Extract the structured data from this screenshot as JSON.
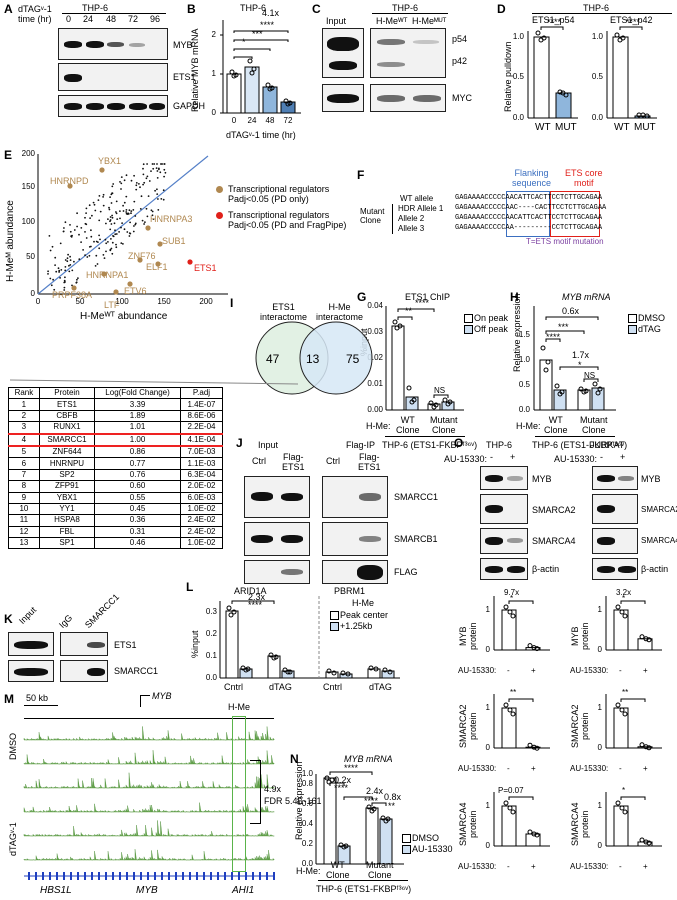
{
  "panels": [
    "A",
    "B",
    "C",
    "D",
    "E",
    "F",
    "G",
    "H",
    "I",
    "J",
    "K",
    "L",
    "M",
    "N",
    "O"
  ],
  "A": {
    "time_label": "dTAGᵛ-1\ntime (hr)",
    "cell": "THP-6",
    "times": [
      "0",
      "24",
      "48",
      "72",
      "96"
    ],
    "rows": [
      "MYB",
      "ETS1",
      "GAPDH"
    ]
  },
  "B": {
    "title": "THP-6",
    "ylabel": "Relative MYB mRNA",
    "xlabel": "dTAGᵛ-1 time (hr)",
    "fold": "4.1x",
    "sig": [
      "*",
      "***",
      "****"
    ]
  },
  "C": {
    "title": "THP-6",
    "lanes": [
      "Input",
      "H-Meᵂᵀ",
      "H-Meᴹᵁᵀ"
    ],
    "rows": [
      "p54",
      "p42",
      "MYC"
    ]
  },
  "D": {
    "title": "THP-6",
    "sub": [
      "ETS1_p54",
      "ETS1_p42"
    ],
    "ylabel": "Relative pulldown",
    "sig": "****",
    "xt": [
      "WT",
      "MUT"
    ]
  },
  "E": {
    "xlabel": "H-Meᵂᵀ abundance",
    "ylabel": "H-Meᴹ abundance",
    "legend": [
      "Transcriptional regulators Padj<0.05 (PD only)",
      "Transcriptional regulators Padj<0.05 (PD and FragPipe)"
    ],
    "labels": [
      "YBX1",
      "HNRNPD",
      "HNRNPA3",
      "SUB1",
      "ZNF76",
      "ELF1",
      "ETS1",
      "HNRNPA1",
      "PRPF38A",
      "ETV6",
      "LTF"
    ],
    "colors": {
      "pd": "#b08850",
      "both": "#e0201a",
      "line": "#5580c8"
    }
  },
  "F": {
    "flank": "Flanking\nsequence",
    "core": "ETS core\nmotif",
    "wt": "WT allele",
    "mutant": "Mutant\nClone",
    "alleles": [
      "HDR Allele 1",
      "Allele 2",
      "Allele 3"
    ],
    "seq_wt": "GAGAAAACCCCCAACATTCACTTCCTCTTGCAGAA",
    "seqs": [
      "GAGAAAACCCCCAAC----CACTTCCTCTTGCAGAA",
      "GAGAAAACCCCCAACATTCACTTCCTCTTGCAGAA",
      "GAGAAAACCCCCAA---------CCTCTTGCAGAA"
    ],
    "note": "T=ETS motif mutation"
  },
  "G": {
    "title": "ETS1 ChIP",
    "ylabel": "%input",
    "legend": [
      "On peak",
      "Off peak"
    ],
    "sig": [
      "**",
      "****",
      "NS"
    ],
    "hme": "H-Me:",
    "groups": [
      "WT\nClone",
      "Mutant\nClone"
    ],
    "cell": "THP-6 (ETS1-FKBPᶠ³⁶ᵛ)"
  },
  "H": {
    "title": "MYB mRNA",
    "ylabel": "Relative expression",
    "legend": [
      "DMSO",
      "dTAG"
    ],
    "folds": [
      "0.6x",
      "1.7x"
    ],
    "sig": [
      "****",
      "***",
      "*",
      "NS"
    ],
    "hme": "H-Me:",
    "groups": [
      "WT\nClone",
      "Mutant\nClone"
    ],
    "cell": "THP-6 (ETS1-FKBPᶠ³⁶ᵛ)"
  },
  "I": {
    "left": "ETS1\ninteractome",
    "right": "H-Me\ninteractome",
    "a": "47",
    "ab": "13",
    "b": "75"
  },
  "table": {
    "headers": [
      "Rank",
      "Protein",
      "Log(Fold Change)",
      "P.adj"
    ],
    "rows": [
      [
        "1",
        "ETS1",
        "3.39",
        "1.4E-07"
      ],
      [
        "2",
        "CBFB",
        "1.89",
        "8.6E-06"
      ],
      [
        "3",
        "RUNX1",
        "1.01",
        "2.2E-04"
      ],
      [
        "4",
        "SMARCC1",
        "1.00",
        "4.1E-04"
      ],
      [
        "5",
        "ZNF644",
        "0.86",
        "7.0E-03"
      ],
      [
        "6",
        "HNRNPU",
        "0.77",
        "1.1E-03"
      ],
      [
        "7",
        "SP2",
        "0.76",
        "6.3E-04"
      ],
      [
        "8",
        "ZFP91",
        "0.60",
        "2.0E-02"
      ],
      [
        "9",
        "YBX1",
        "0.55",
        "6.0E-03"
      ],
      [
        "10",
        "YY1",
        "0.45",
        "1.0E-02"
      ],
      [
        "11",
        "HSPA8",
        "0.36",
        "2.4E-02"
      ],
      [
        "12",
        "FBL",
        "0.31",
        "2.4E-02"
      ],
      [
        "13",
        "SP1",
        "0.46",
        "1.0E-02"
      ]
    ]
  },
  "J": {
    "input": "Input",
    "ip": "Flag-IP",
    "lanes": [
      "Ctrl",
      "Flag-\nETS1",
      "Ctrl",
      "Flag-\nETS1"
    ],
    "rows": [
      "SMARCC1",
      "SMARCB1",
      "FLAG"
    ]
  },
  "K": {
    "lanes": [
      "Input",
      "IgG",
      "SMARCC1"
    ],
    "rows": [
      "ETS1",
      "SMARCC1"
    ]
  },
  "L": {
    "ylabel": "%input",
    "t1": "ARID1A",
    "t2": "PBRM1",
    "fold": "2.3x",
    "sig": "****",
    "hme": "H-Me",
    "legend": [
      "Peak center",
      "+1.25kb"
    ],
    "xt": [
      "Cntrl",
      "dTAG",
      "Cntrl",
      "dTAG"
    ]
  },
  "M": {
    "scale": "50 kb",
    "gene": "MYB",
    "hme": "H-Me",
    "conds": [
      "DMSO",
      "dTAGᵛ-1"
    ],
    "fold": "4.9x",
    "fdr": "FDR 5.4E-161",
    "genes": [
      "HBS1L",
      "MYB",
      "AHI1"
    ]
  },
  "N": {
    "title": "MYB mRNA",
    "ylabel": "Relative expression",
    "folds": [
      "0.2x",
      "2.4x",
      "0.8x"
    ],
    "sig": [
      "****",
      "****",
      "****",
      "**"
    ],
    "legend": [
      "DMSO",
      "AU-15330"
    ],
    "hme": "H-Me:",
    "groups": [
      "WT\nClone",
      "Mutant\nClone"
    ],
    "cell": "THP-6 (ETS1-FKBPᶠ³⁶ᵛ)"
  },
  "O": {
    "cells": [
      "THP-6",
      "JURKAT"
    ],
    "drug": "AU-15330:",
    "pm": [
      "-",
      "+"
    ],
    "rows": [
      "MYB",
      "SMARCA2",
      "SMARCA4",
      "β-actin"
    ],
    "q": [
      {
        "y": "MYB\nprotein",
        "fold": "9.7x",
        "sig": "*"
      },
      {
        "y": "MYB\nprotein",
        "fold": "3.2x",
        "sig": "*"
      },
      {
        "y": "SMARCA2\nprotein",
        "sig": "**"
      },
      {
        "y": "SMARCA2\nprotein",
        "sig": "**"
      },
      {
        "y": "SMARCA4\nprotein",
        "sig": "P=0.07"
      },
      {
        "y": "SMARCA4\nprotein",
        "sig": "*"
      }
    ]
  }
}
